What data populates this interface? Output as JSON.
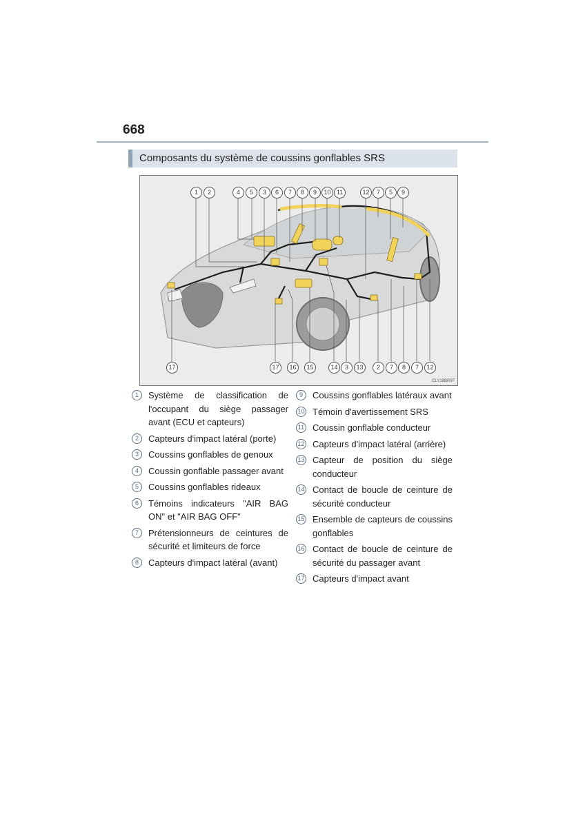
{
  "page": {
    "number": "668"
  },
  "section": {
    "title": "Composants du système de coussins gonflables SRS"
  },
  "figure": {
    "code": "CLY18BR97",
    "callouts_top": [
      "1",
      "2",
      "4",
      "5",
      "3",
      "6",
      "7",
      "8",
      "9",
      "10",
      "11",
      "12",
      "7",
      "5",
      "9"
    ],
    "callouts_bottom": [
      "17",
      "17",
      "16",
      "15",
      "14",
      "3",
      "13",
      "2",
      "7",
      "8",
      "7",
      "12"
    ]
  },
  "legend": {
    "left": [
      {
        "num": "1",
        "text": "Système de classification de l'occupant du siège passager avant (ECU et capteurs)"
      },
      {
        "num": "2",
        "text": "Capteurs d'impact latéral (porte)"
      },
      {
        "num": "3",
        "text": "Coussins gonflables de genoux"
      },
      {
        "num": "4",
        "text": "Coussin gonflable passager avant"
      },
      {
        "num": "5",
        "text": "Coussins gonflables rideaux"
      },
      {
        "num": "6",
        "text": "Témoins indicateurs \"AIR BAG ON\" et \"AIR BAG OFF\""
      },
      {
        "num": "7",
        "text": "Prétensionneurs de ceintures de sécurité et limiteurs de force"
      },
      {
        "num": "8",
        "text": "Capteurs d'impact latéral (avant)"
      }
    ],
    "right": [
      {
        "num": "9",
        "text": "Coussins gonflables latéraux avant"
      },
      {
        "num": "10",
        "text": "Témoin d'avertissement SRS"
      },
      {
        "num": "11",
        "text": "Coussin gonflable conducteur"
      },
      {
        "num": "12",
        "text": "Capteurs d'impact latéral (arrière)"
      },
      {
        "num": "13",
        "text": "Capteur de position du siège conducteur"
      },
      {
        "num": "14",
        "text": "Contact de boucle de ceinture de sécurité conducteur"
      },
      {
        "num": "15",
        "text": "Ensemble de capteurs de coussins gonflables"
      },
      {
        "num": "16",
        "text": "Contact de boucle de ceinture de sécurité du passager avant"
      },
      {
        "num": "17",
        "text": "Capteurs d'impact avant"
      }
    ]
  }
}
